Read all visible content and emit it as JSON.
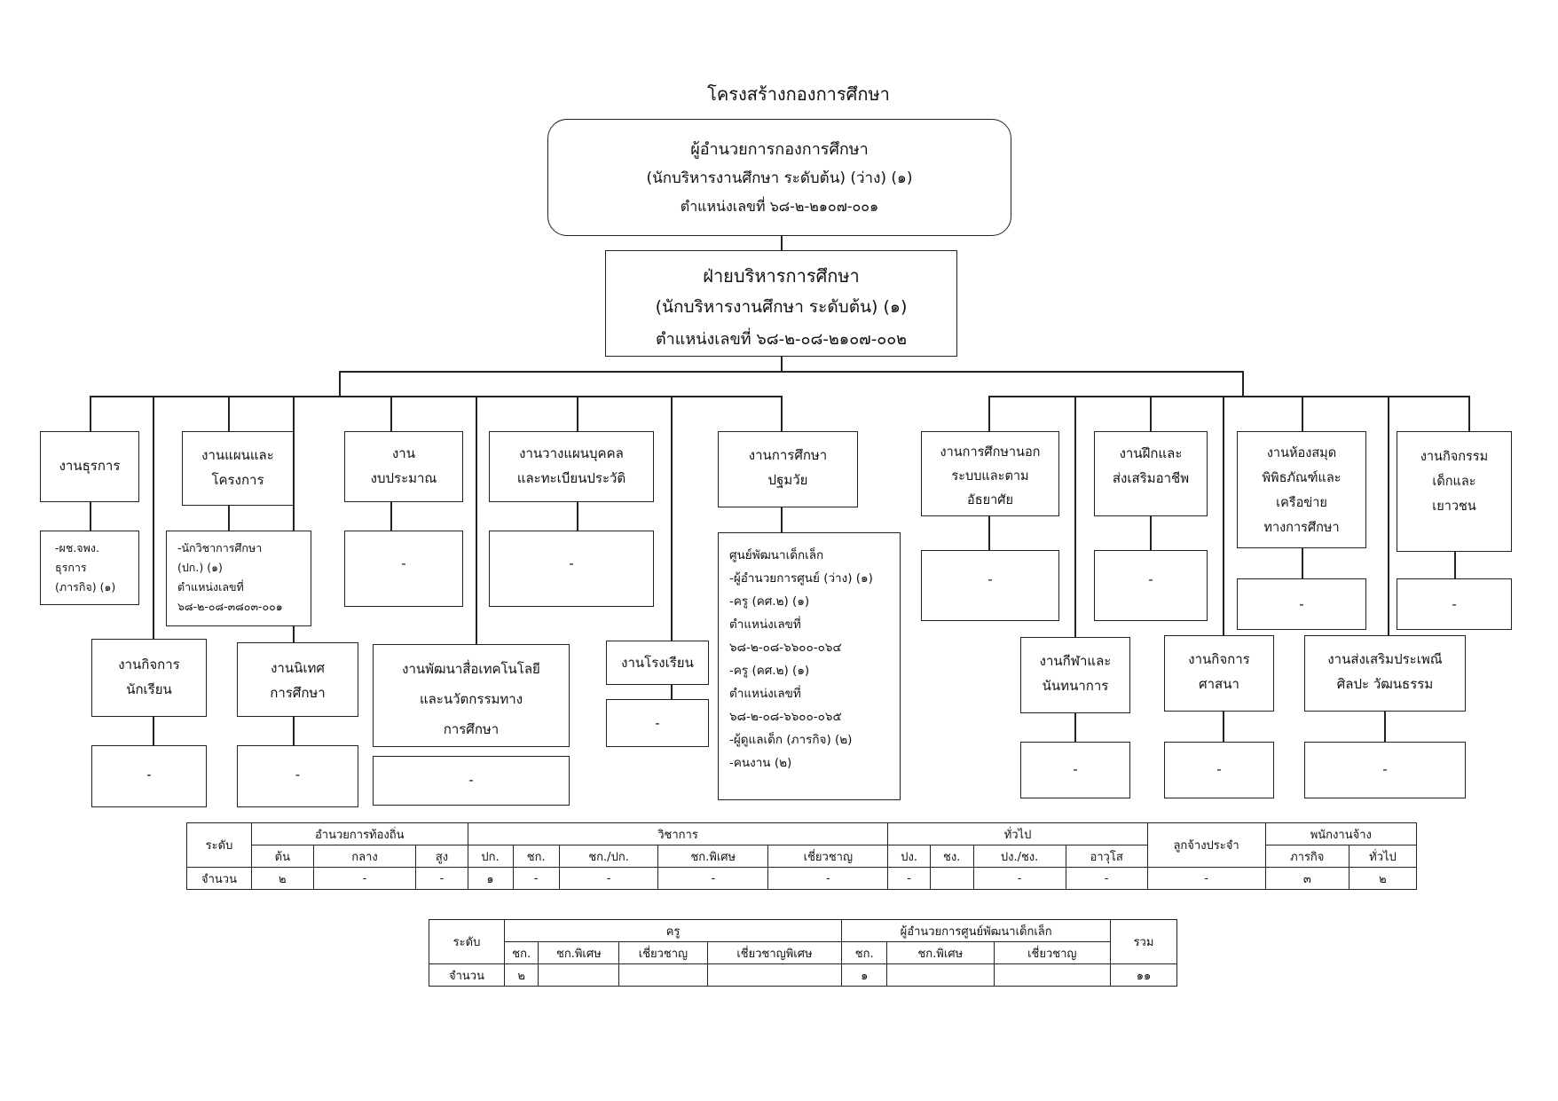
{
  "title": "โครงสร้างกองการศึกษา",
  "director": {
    "line1": "ผู้อำนวยการกองการศึกษา",
    "line2": "(นักบริหารงานศึกษา ระดับต้น) (ว่าง) (๑)",
    "line3": "ตำแหน่งเลขที่ ๖๘-๒-๒๑๐๗-๐๐๑"
  },
  "admin": {
    "line1": "ฝ่ายบริหารการศึกษา",
    "line2": "(นักบริหารงานศึกษา ระดับต้น) (๑)",
    "line3": "ตำแหน่งเลขที่ ๖๘-๒-๐๘-๒๑๐๗-๐๐๒"
  },
  "units": {
    "general": "งานธุรการ",
    "general_staff": "-ผช.จพง.\nธุรการ\n(ภารกิจ) (๑)",
    "plan": "งานแผนและ\nโครงการ",
    "plan_staff": "-นักวิชาการศึกษา\n(ปก.) (๑)\nตำแหน่งเลขที่\n๖๘-๒-๐๘-๓๘๐๓-๐๐๑",
    "budget": "งาน\nงบประมาณ",
    "budget_staff": "-",
    "personnel": "งานวางแผนบุคคล\nและทะเบียนประวัติ",
    "personnel_staff": "-",
    "early": "งานการศึกษา\nปฐมวัย",
    "early_staff": "ศูนย์พัฒนาเด็กเล็ก\n-ผู้อำนวยการศูนย์ (ว่าง) (๑)\n-ครู (คศ.๒) (๑)\nตำแหน่งเลขที่\n๖๘-๒-๐๘-๖๖๐๐-๐๖๔\n-ครู (คศ.๒) (๑)\nตำแหน่งเลขที่\n๖๘-๒-๐๘-๖๖๐๐-๐๖๕\n-ผู้ดูแลเด็ก (ภารกิจ) (๒)\n-คนงาน (๒)",
    "student": "งานกิจการ\nนักเรียน",
    "student_staff": "-",
    "supervision": "งานนิเทศ\nการศึกษา",
    "supervision_staff": "-",
    "media": "งานพัฒนาสื่อเทคโนโลยี\nและนวัตกรรมทาง\nการศึกษา",
    "media_staff": "-",
    "school": "งานโรงเรียน",
    "school_staff": "-",
    "nonformal": "งานการศึกษานอก\nระบบและตาม\nอัธยาศัย",
    "nonformal_staff": "-",
    "vocation": "งานฝึกและ\nส่งเสริมอาชีพ",
    "vocation_staff": "-",
    "library": "งานห้องสมุด\nพิพิธภัณฑ์และ\nเครือข่าย\nทางการศึกษา",
    "library_staff": "-",
    "youth": "งานกิจกรรม\nเด็กและ\nเยาวชน",
    "youth_staff": "-",
    "sport": "งานกีฬาและ\nนันทนาการ",
    "sport_staff": "-",
    "religion": "งานกิจการ\nศาสนา",
    "religion_staff": "-",
    "culture": "งานส่งเสริมประเพณี\nศิลปะ วัฒนธรรม",
    "culture_staff": "-"
  },
  "table1": {
    "level": "ระดับ",
    "count": "จำนวน",
    "groups": [
      "อำนวยการท้องถิ่น",
      "วิชาการ",
      "ทั่วไป",
      "ลูกจ้างประจำ",
      "พนักงานจ้าง"
    ],
    "sub": [
      "ต้น",
      "กลาง",
      "สูง",
      "ปก.",
      "ชก.",
      "ชก./ปก.",
      "ชก.พิเศษ",
      "เชี่ยวชาญ",
      "ปง.",
      "ชง.",
      "ปง./ชง.",
      "อาวุโส",
      "ภารกิจ",
      "ทั่วไป"
    ],
    "values": [
      "๒",
      "-",
      "-",
      "๑",
      "-",
      "-",
      "-",
      "-",
      "-",
      "",
      "-",
      "-",
      "-",
      "๓",
      "๒"
    ]
  },
  "table2": {
    "level": "ระดับ",
    "count": "จำนวน",
    "groups": [
      "ครู",
      "ผู้อำนวยการศูนย์พัฒนาเด็กเล็ก",
      "รวม"
    ],
    "sub": [
      "ชก.",
      "ชก.พิเศษ",
      "เชี่ยวชาญ",
      "เชี่ยวชาญพิเศษ",
      "ชก.",
      "ชก.พิเศษ",
      "เชี่ยวชาญ"
    ],
    "values": [
      "๒",
      "",
      "",
      "",
      "๑",
      "",
      "",
      "๑๑"
    ]
  }
}
